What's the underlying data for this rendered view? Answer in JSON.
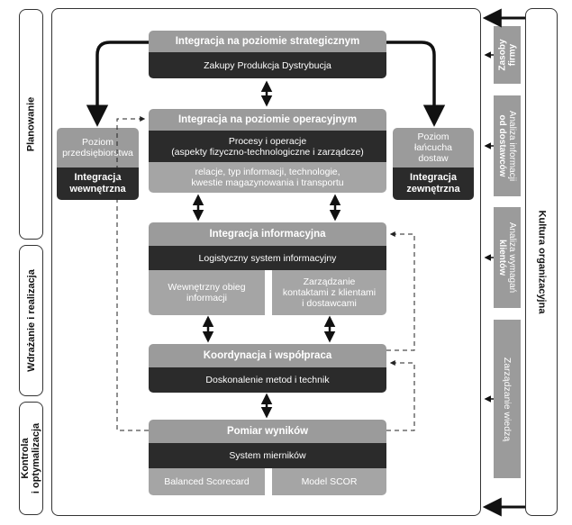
{
  "phases": {
    "planning": "Planowanie",
    "implementation": "Wdrażanie i realizacja",
    "control_line1": "Kontrola",
    "control_line2": "i optymalizacja"
  },
  "culture": "Kultura organizacyjna",
  "strategic": {
    "title": "Integracja na poziomie strategicznym",
    "content": "Zakupy Produkcja Dystrybucja"
  },
  "operational": {
    "title": "Integracja na poziomie operacyjnym",
    "content_line1": "Procesy i operacje",
    "content_line2": "(aspekty fizyczno-technologiczne i zarządcze)",
    "detail_line1": "relacje, typ informacji, technologie,",
    "detail_line2": "kwestie magazynowania i transportu"
  },
  "internal": {
    "label_line1": "Poziom",
    "label_line2": "przedsiębiorstwa",
    "title_line1": "Integracja",
    "title_line2": "wewnętrzna"
  },
  "external": {
    "label_line1": "Poziom",
    "label_line2": "łańcucha",
    "label_line3": "dostaw",
    "title_line1": "Integracja",
    "title_line2": "zewnętrzna"
  },
  "information": {
    "title": "Integracja informacyjna",
    "content": "Logistyczny system informacyjny",
    "left_line1": "Wewnętrzny obieg",
    "left_line2": "informacji",
    "right_line1": "Zarządzanie",
    "right_line2": "kontaktami z klientami",
    "right_line3": "i dostawcami"
  },
  "coordination": {
    "title": "Koordynacja i współpraca",
    "content": "Doskonalenie metod i technik"
  },
  "measurement": {
    "title": "Pomiar wyników",
    "content": "System mierników",
    "left": "Balanced Scorecard",
    "right": "Model SCOR"
  },
  "sidebar": {
    "resources_line1": "Zasoby",
    "resources_line2": "firmy",
    "suppliers_line1": "Analiza informacji",
    "suppliers_line2": "od dostawców",
    "clients_line1": "Analiza wymagań",
    "clients_line2": "klientów",
    "knowledge": "Zarządzanie wiedzą"
  }
}
